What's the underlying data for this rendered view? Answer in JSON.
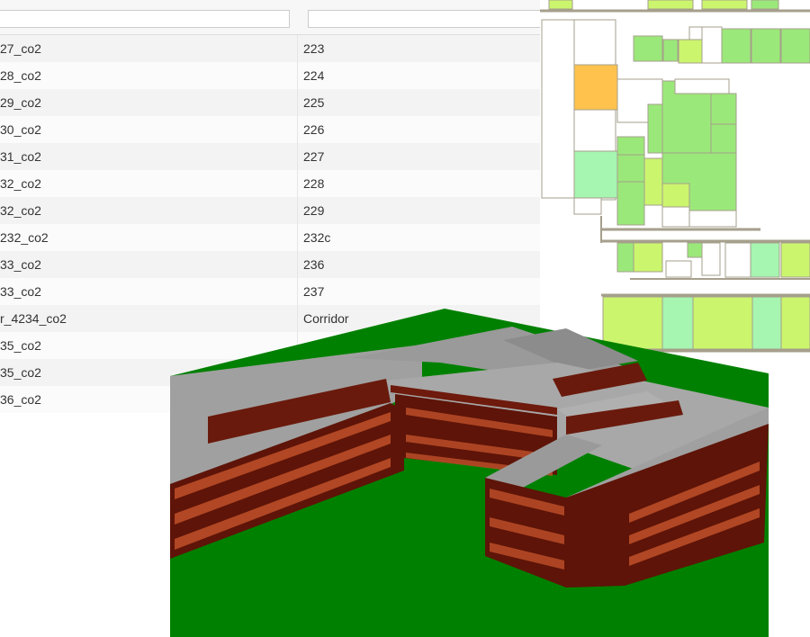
{
  "table": {
    "filters": {
      "sensor_value": "",
      "room_value": ""
    },
    "rows": [
      {
        "sensor": "27_co2",
        "room": "223"
      },
      {
        "sensor": "28_co2",
        "room": "224"
      },
      {
        "sensor": "29_co2",
        "room": "225"
      },
      {
        "sensor": "30_co2",
        "room": "226"
      },
      {
        "sensor": "31_co2",
        "room": "227"
      },
      {
        "sensor": "32_co2",
        "room": "228"
      },
      {
        "sensor": "32_co2",
        "room": "229"
      },
      {
        "sensor": "232_co2",
        "room": "232c"
      },
      {
        "sensor": "33_co2",
        "room": "236"
      },
      {
        "sensor": "33_co2",
        "room": "237"
      },
      {
        "sensor": "r_4234_co2",
        "room": "Corridor"
      },
      {
        "sensor": "35_co2",
        "room": ""
      },
      {
        "sensor": "35_co2",
        "room": ""
      },
      {
        "sensor": "36_co2",
        "room": ""
      }
    ]
  },
  "colors": {
    "room_green_light": "#ccf56e",
    "room_green": "#9be87a",
    "room_mint": "#a6f5b0",
    "room_selected": "#ffc34d",
    "wall": "#a59f8c",
    "ground": "#008000",
    "roof": "#a0a0a0",
    "facade": "#5e1408"
  }
}
